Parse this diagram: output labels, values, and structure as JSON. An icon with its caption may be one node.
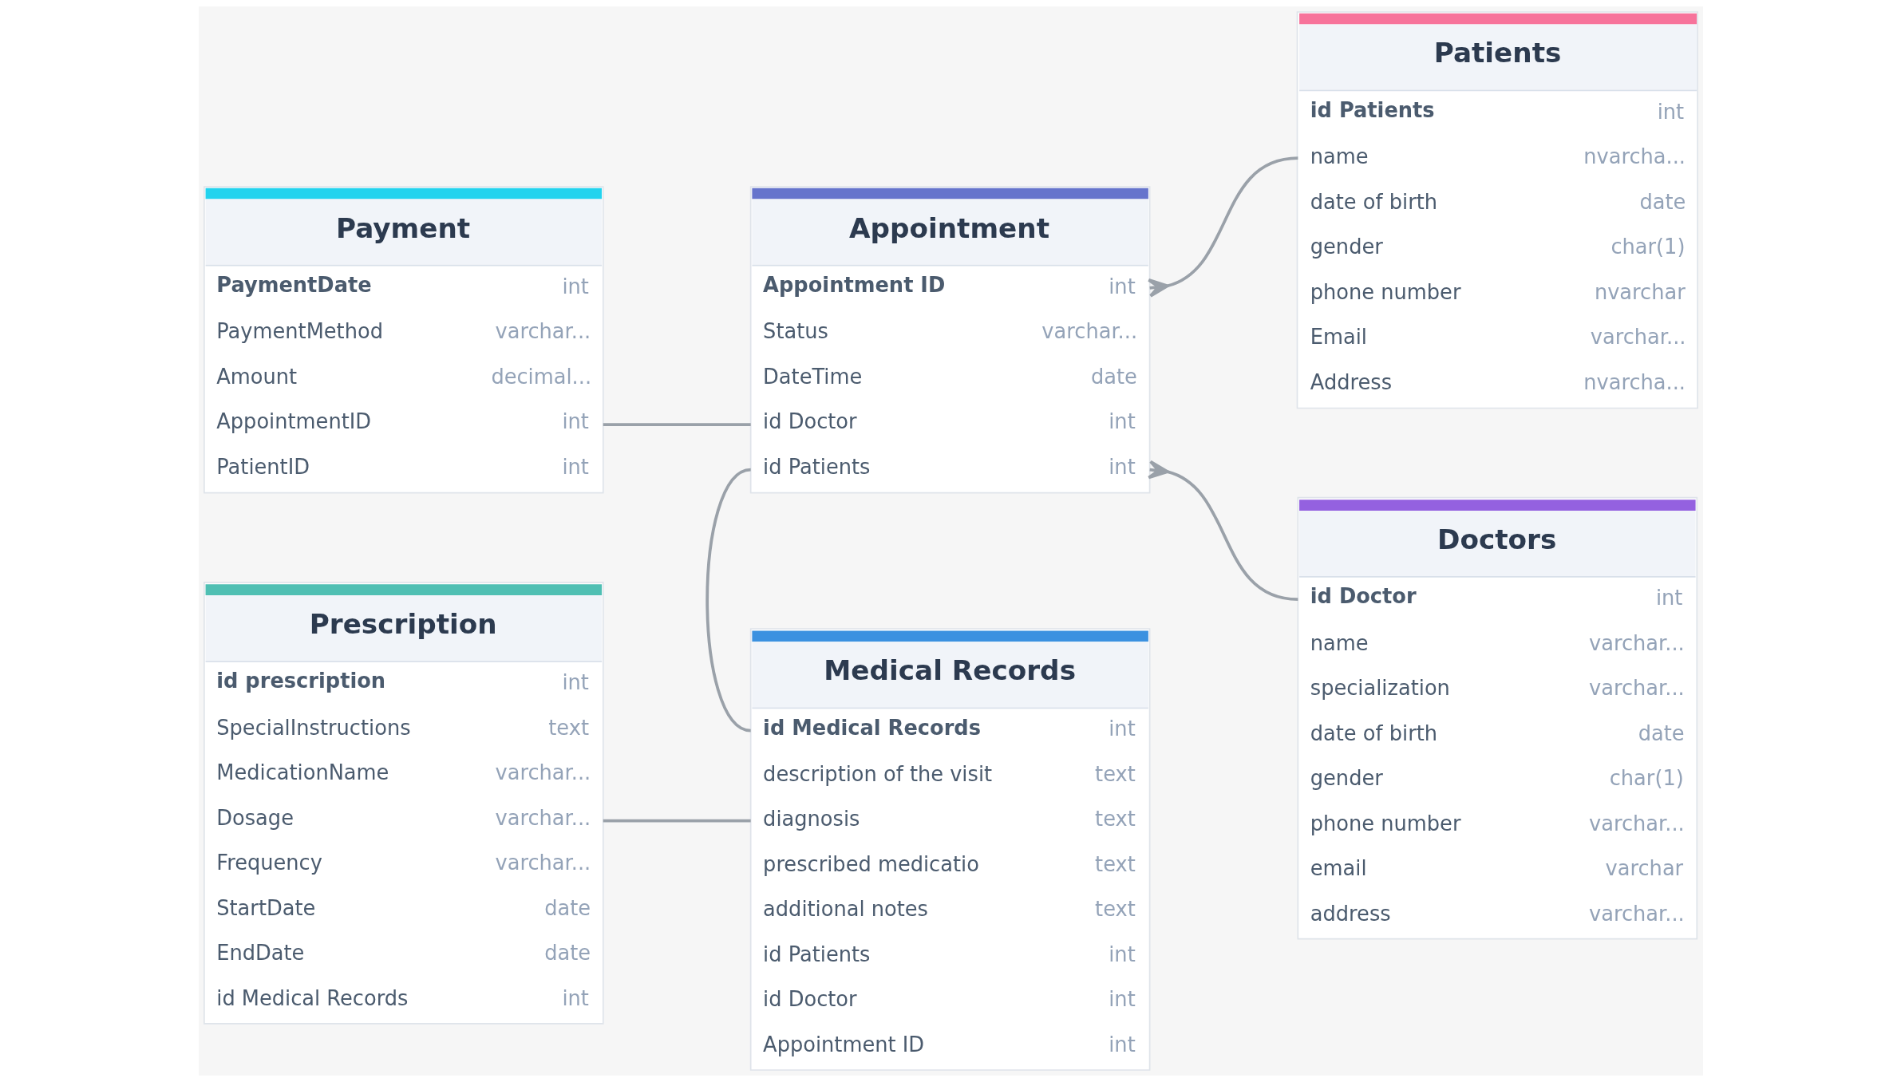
{
  "diagram": {
    "nodes": [
      {
        "text": [
          "Payment",
          "PaymentDate",
          "int",
          "PaymentMethod",
          "varchar...",
          "Amount",
          "decimal...",
          "AppointmentID",
          "int",
          "PatientID",
          "int"
        ]
      },
      {
        "text": [
          "Appointment",
          "Appointment ID",
          "int",
          "Status",
          "varchar...",
          "DateTime",
          "date",
          "id Doctor",
          "int",
          "id Patients",
          "int"
        ]
      },
      {
        "text": [
          "Patients",
          "id Patients",
          "int",
          "name",
          "nvarcha...",
          "date of birth",
          "date",
          "gender",
          "char(1)",
          "phone number",
          "nvarchar",
          "Email",
          "varchar...",
          "Address",
          "nvarcha..."
        ]
      },
      {
        "text": [
          "Prescription",
          "id prescription",
          "int",
          "SpecialInstructions",
          "text",
          "MedicationName",
          "varchar...",
          "Dosage",
          "varchar...",
          "Frequency",
          "varchar...",
          "StartDate",
          "date",
          "EndDate",
          "date",
          "id Medical Records",
          "int"
        ]
      },
      {
        "text": [
          "Medical Records",
          "id Medical Records",
          "int",
          "description of the visit",
          "text",
          "diagnosis",
          "text",
          "prescribed medicatio",
          "text",
          "additional notes",
          "text",
          "id Patients",
          "int",
          "id Doctor",
          "int",
          "Appointment ID",
          "int"
        ]
      },
      {
        "text": [
          "Doctors",
          "id Doctor",
          "int",
          "name",
          "varchar...",
          "specialization",
          "varchar...",
          "date of birth",
          "date",
          "gender",
          "char(1)",
          "phone number",
          "varchar...",
          "email",
          "varchar",
          "address",
          "varchar..."
        ]
      }
    ],
    "edges": [
      {
        "from": 0,
        "to": 1,
        "arrow": "none"
      },
      {
        "from": 1,
        "to": 2,
        "arrow": "other"
      },
      {
        "from": 1,
        "to": 5,
        "arrow": "other"
      },
      {
        "from": 1,
        "to": 4,
        "arrow": "none"
      },
      {
        "from": 3,
        "to": 4,
        "arrow": "none"
      }
    ]
  }
}
